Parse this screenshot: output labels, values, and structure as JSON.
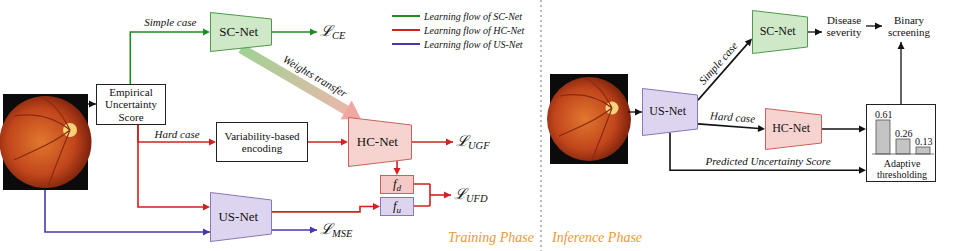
{
  "diagram": {
    "nodes": [
      {
        "text": [
          "Empirical Uncertainty Score"
        ]
      },
      {
        "text": [
          "SC-Net"
        ]
      },
      {
        "text": [
          "Variability-based encoding"
        ]
      },
      {
        "text": [
          "HC-Net"
        ]
      },
      {
        "text": [
          "fd"
        ]
      },
      {
        "text": [
          "fu"
        ]
      },
      {
        "text": [
          "US-Net"
        ]
      },
      {
        "text": [
          "US-Net"
        ]
      },
      {
        "text": [
          "SC-Net"
        ]
      },
      {
        "text": [
          "HC-Net"
        ]
      },
      {
        "text": [
          "0.61",
          "0.26",
          "0.13",
          "Adaptive thresholding"
        ]
      }
    ],
    "edges": [
      {
        "from": 0,
        "to": 1,
        "arrow": "to",
        "label": "Simple case"
      },
      {
        "from": 0,
        "to": 2,
        "arrow": "to",
        "label": "Hard case"
      },
      {
        "from": 0,
        "to": 6,
        "arrow": "to"
      },
      {
        "from": 1,
        "to": 3,
        "arrow": "to",
        "label": "Weights transfer"
      },
      {
        "from": 2,
        "to": 3,
        "arrow": "to"
      },
      {
        "from": 3,
        "to": 4,
        "arrow": "to"
      },
      {
        "from": 6,
        "to": 5,
        "arrow": "to"
      },
      {
        "from": 7,
        "to": 8,
        "arrow": "to",
        "label": "Simple case"
      },
      {
        "from": 7,
        "to": 9,
        "arrow": "to",
        "label": "Hard case"
      },
      {
        "from": 7,
        "to": 10,
        "arrow": "to",
        "label": "Predicted Uncertainty Score"
      },
      {
        "from": 9,
        "to": 10,
        "arrow": "to"
      }
    ],
    "labels": [
      "ℒCE",
      "ℒUGF",
      "ℒUFD",
      "ℒMSE",
      "Training Phase",
      "Disease severity",
      "Binary screening",
      "Inference Phase"
    ],
    "legend": [
      {
        "text": "Learning flow of SC-Net",
        "color": "#1e8c1e"
      },
      {
        "text": "Learning flow of HC-Net",
        "color": "#d42020"
      },
      {
        "text": "Learning flow of US-Net",
        "color": "#4b35b0"
      }
    ]
  }
}
